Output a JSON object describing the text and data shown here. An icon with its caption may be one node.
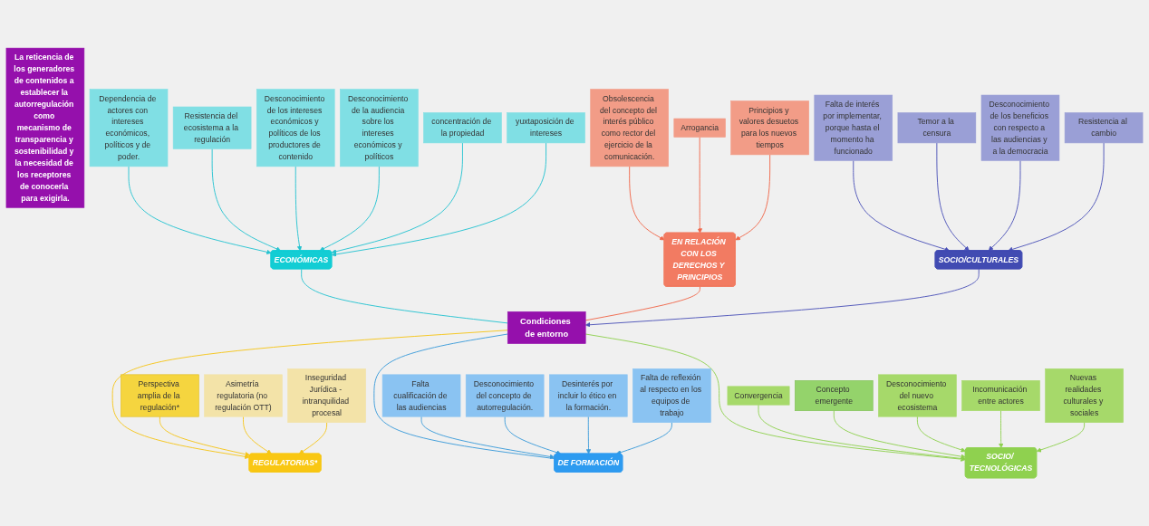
{
  "diagram": {
    "nodes": [
      {
        "text": [
          "REGULATORIAS*"
        ]
      },
      {
        "text": [
          "DE FORMACIÓN"
        ]
      },
      {
        "text": [
          "SOCIO/ TECNOLÓGICAS"
        ]
      },
      {
        "text": [
          "Perspectiva amplia de la regulación*"
        ]
      },
      {
        "text": [
          "Asimetría regulatoria (no regulación OTT)"
        ]
      },
      {
        "text": [
          "Inseguridad Jurídica - intranquilidad procesal"
        ]
      },
      {
        "text": [
          "Falta cualificación de las audiencias"
        ]
      },
      {
        "text": [
          "Desconocimiento del concepto de autorregulación."
        ]
      },
      {
        "text": [
          "Desinterés por incluir lo ético en la formación."
        ]
      },
      {
        "text": [
          "Falta de reflexión al respecto en los equipos de trabajo"
        ]
      },
      {
        "text": [
          "Convergencia"
        ]
      },
      {
        "text": [
          "Concepto emergente"
        ]
      },
      {
        "text": [
          "Desconocimiento del nuevo ecosistema"
        ]
      },
      {
        "text": [
          "Incomunicación entre actores"
        ]
      },
      {
        "text": [
          "Nuevas realidades culturales y sociales"
        ]
      },
      {
        "text": [
          "Condiciones de entorno"
        ]
      },
      {
        "text": [
          "La reticencia de los generadores de contenidos a establecer la autorregulación como mecanismo de transparencia y sostenibilidad y la necesidad de los receptores de conocerla para exigirla."
        ]
      },
      {
        "text": [
          "Dependencia de actores con intereses económicos, políticos y de poder."
        ]
      },
      {
        "text": [
          "Resistencia del ecosistema a la regulación"
        ]
      },
      {
        "text": [
          "Desconocimiento de los intereses económicos y políticos de los productores de contenido"
        ]
      },
      {
        "text": [
          "Desconocimiento de la audiencia sobre los intereses económicos y políticos"
        ]
      },
      {
        "text": [
          "concentración de la propiedad"
        ]
      },
      {
        "text": [
          "yuxtaposición de intereses"
        ]
      },
      {
        "text": [
          "Obsolescencia del concepto del interés público como rector del ejercicio de la comunicación."
        ]
      },
      {
        "text": [
          "Arrogancia"
        ]
      },
      {
        "text": [
          "Principios y valores desuetos para los nuevos tiempos"
        ]
      },
      {
        "text": [
          "Falta de interés por implementar, porque hasta el momento ha funcionado"
        ]
      },
      {
        "text": [
          "Temor a la censura"
        ]
      },
      {
        "text": [
          "Desconocimiento de los beneficios con respecto a las audiencias y a la democracia"
        ]
      },
      {
        "text": [
          "Resistencia al cambio"
        ]
      },
      {
        "text": [
          "ECONÓMICAS"
        ]
      },
      {
        "text": [
          "EN RELACIÓN CON LOS DERECHOS Y PRINCIPIOS"
        ]
      },
      {
        "text": [
          "SOCIO/CULTURALES"
        ]
      }
    ],
    "edges": [
      {
        "from": 15,
        "to": 0,
        "arrow": "to",
        "color": "#f5c518"
      },
      {
        "from": 15,
        "to": 1,
        "arrow": "none",
        "color": "#3a9ad9"
      },
      {
        "from": 15,
        "to": 2,
        "arrow": "to",
        "color": "#8fd14f"
      },
      {
        "from": 30,
        "to": 15,
        "arrow": "none",
        "color": "#25c3d0"
      },
      {
        "from": 31,
        "to": 15,
        "arrow": "none",
        "color": "#f0674a"
      },
      {
        "from": 32,
        "to": 15,
        "arrow": "to",
        "color": "#4c52b8"
      },
      {
        "from": 3,
        "to": 0,
        "arrow": "to",
        "color": "#f5c518"
      },
      {
        "from": 4,
        "to": 0,
        "arrow": "to",
        "color": "#f5c518"
      },
      {
        "from": 5,
        "to": 0,
        "arrow": "to",
        "color": "#f5c518"
      },
      {
        "from": 6,
        "to": 1,
        "arrow": "to",
        "color": "#3a9ad9"
      },
      {
        "from": 7,
        "to": 1,
        "arrow": "to",
        "color": "#3a9ad9"
      },
      {
        "from": 8,
        "to": 1,
        "arrow": "to",
        "color": "#3a9ad9"
      },
      {
        "from": 9,
        "to": 1,
        "arrow": "to",
        "color": "#3a9ad9"
      },
      {
        "from": 10,
        "to": 2,
        "arrow": "to",
        "color": "#8fd14f"
      },
      {
        "from": 11,
        "to": 2,
        "arrow": "to",
        "color": "#8fd14f"
      },
      {
        "from": 12,
        "to": 2,
        "arrow": "to",
        "color": "#8fd14f"
      },
      {
        "from": 13,
        "to": 2,
        "arrow": "to",
        "color": "#8fd14f"
      },
      {
        "from": 14,
        "to": 2,
        "arrow": "to",
        "color": "#8fd14f"
      },
      {
        "from": 17,
        "to": 30,
        "arrow": "to",
        "color": "#25c3d0"
      },
      {
        "from": 18,
        "to": 30,
        "arrow": "to",
        "color": "#25c3d0"
      },
      {
        "from": 19,
        "to": 30,
        "arrow": "to",
        "color": "#25c3d0"
      },
      {
        "from": 20,
        "to": 30,
        "arrow": "to",
        "color": "#25c3d0"
      },
      {
        "from": 21,
        "to": 30,
        "arrow": "to",
        "color": "#25c3d0"
      },
      {
        "from": 22,
        "to": 30,
        "arrow": "to",
        "color": "#25c3d0"
      },
      {
        "from": 23,
        "to": 31,
        "arrow": "to",
        "color": "#f0674a"
      },
      {
        "from": 24,
        "to": 31,
        "arrow": "to",
        "color": "#f0674a"
      },
      {
        "from": 25,
        "to": 31,
        "arrow": "to",
        "color": "#f0674a"
      },
      {
        "from": 26,
        "to": 32,
        "arrow": "to",
        "color": "#4c52b8"
      },
      {
        "from": 27,
        "to": 32,
        "arrow": "to",
        "color": "#4c52b8"
      },
      {
        "from": 28,
        "to": 32,
        "arrow": "to",
        "color": "#4c52b8"
      },
      {
        "from": 29,
        "to": 32,
        "arrow": "to",
        "color": "#4c52b8"
      }
    ]
  }
}
